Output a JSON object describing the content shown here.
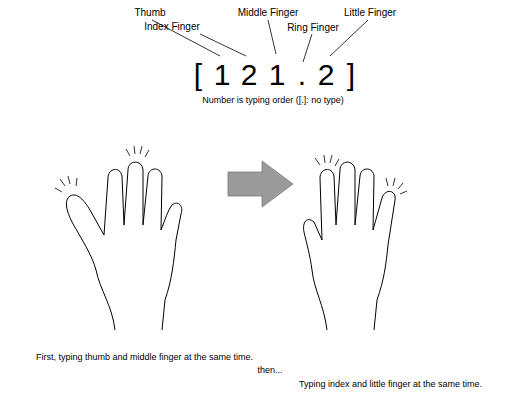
{
  "diagram": {
    "labels": [
      "Thumb",
      "Index Finger",
      "Middle Finger",
      "Ring Finger",
      "Little Finger",
      "[",
      "1",
      "2",
      "1",
      ".",
      "2",
      "]",
      "Number is typing order ([.]: no type)",
      "First, typing thumb and middle finger at the same time.",
      "then...",
      "Typing index and little finger at the same time."
    ]
  }
}
